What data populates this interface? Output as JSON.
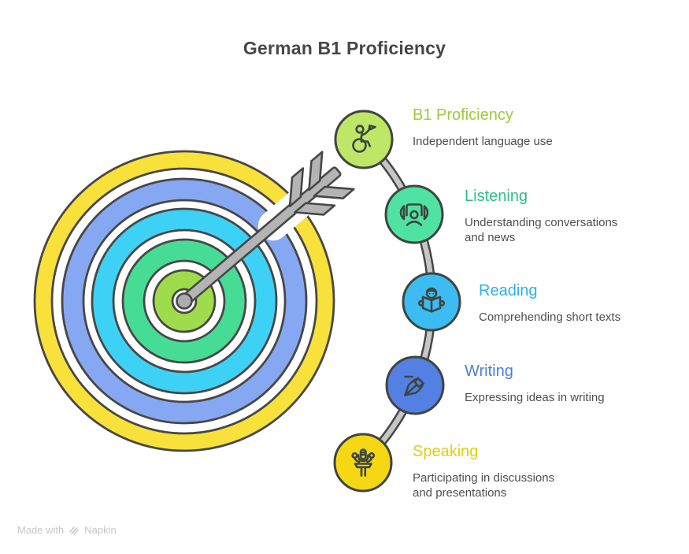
{
  "title": "German B1 Proficiency",
  "watermark": {
    "prefix": "Made with",
    "brand": "Napkin"
  },
  "milestones": [
    {
      "label": "B1 Proficiency",
      "description": "Independent language use",
      "heading_color": "#9CC93E",
      "circle_color": "#BEE768",
      "icon": "wheelchair-flag-icon"
    },
    {
      "label": "Listening",
      "description": "Understanding conversations\nand news",
      "heading_color": "#2EBE87",
      "circle_color": "#50E2A3",
      "icon": "listener-icon"
    },
    {
      "label": "Reading",
      "description": "Comprehending short texts",
      "heading_color": "#2EB1E8",
      "circle_color": "#3CBCF2",
      "icon": "reading-book-icon"
    },
    {
      "label": "Writing",
      "description": "Expressing ideas in writing",
      "heading_color": "#4C7CE0",
      "circle_color": "#5480E4",
      "icon": "pen-nib-icon"
    },
    {
      "label": "Speaking",
      "description": "Participating in discussions\nand presentations",
      "heading_color": "#E3CB16",
      "circle_color": "#F6D714",
      "icon": "microphone-podium-icon"
    }
  ],
  "target": {
    "ring_colors": {
      "outer_yellow": "#F8E13A",
      "blue": "#86A8F2",
      "cyan": "#3DD2F5",
      "green": "#47DC95",
      "bullseye_lime": "#9FDC4B"
    },
    "arrow_color": "#B4B4B4",
    "dot_color": "#ACACAC",
    "outline_color": "#474747"
  },
  "connector_color": "#C6C6C6"
}
